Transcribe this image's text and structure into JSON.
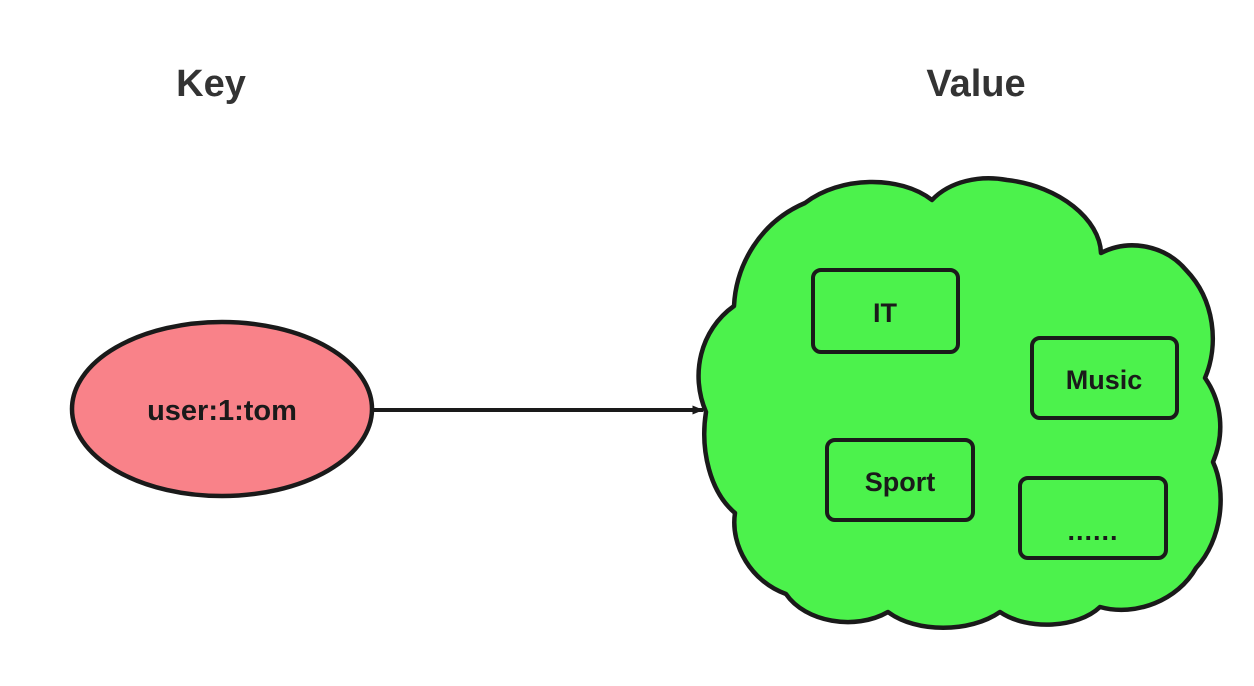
{
  "diagram": {
    "type": "key-value-redis-set-diagram",
    "background_color": "#ffffff",
    "headings": {
      "key": "Key",
      "value": "Value"
    },
    "key_node": {
      "label": "user:1:tom",
      "shape": "ellipse",
      "fill_color": "#f98289",
      "stroke_color": "#1a1a1a"
    },
    "connector": {
      "type": "arrow",
      "direction": "key-to-value",
      "stroke_color": "#1a1a1a"
    },
    "value_node": {
      "shape": "cloud",
      "fill_color": "#4cf24c",
      "stroke_color": "#1a1a1a",
      "members": [
        {
          "label": "IT"
        },
        {
          "label": "Music"
        },
        {
          "label": "Sport"
        },
        {
          "label": "......"
        }
      ]
    }
  }
}
